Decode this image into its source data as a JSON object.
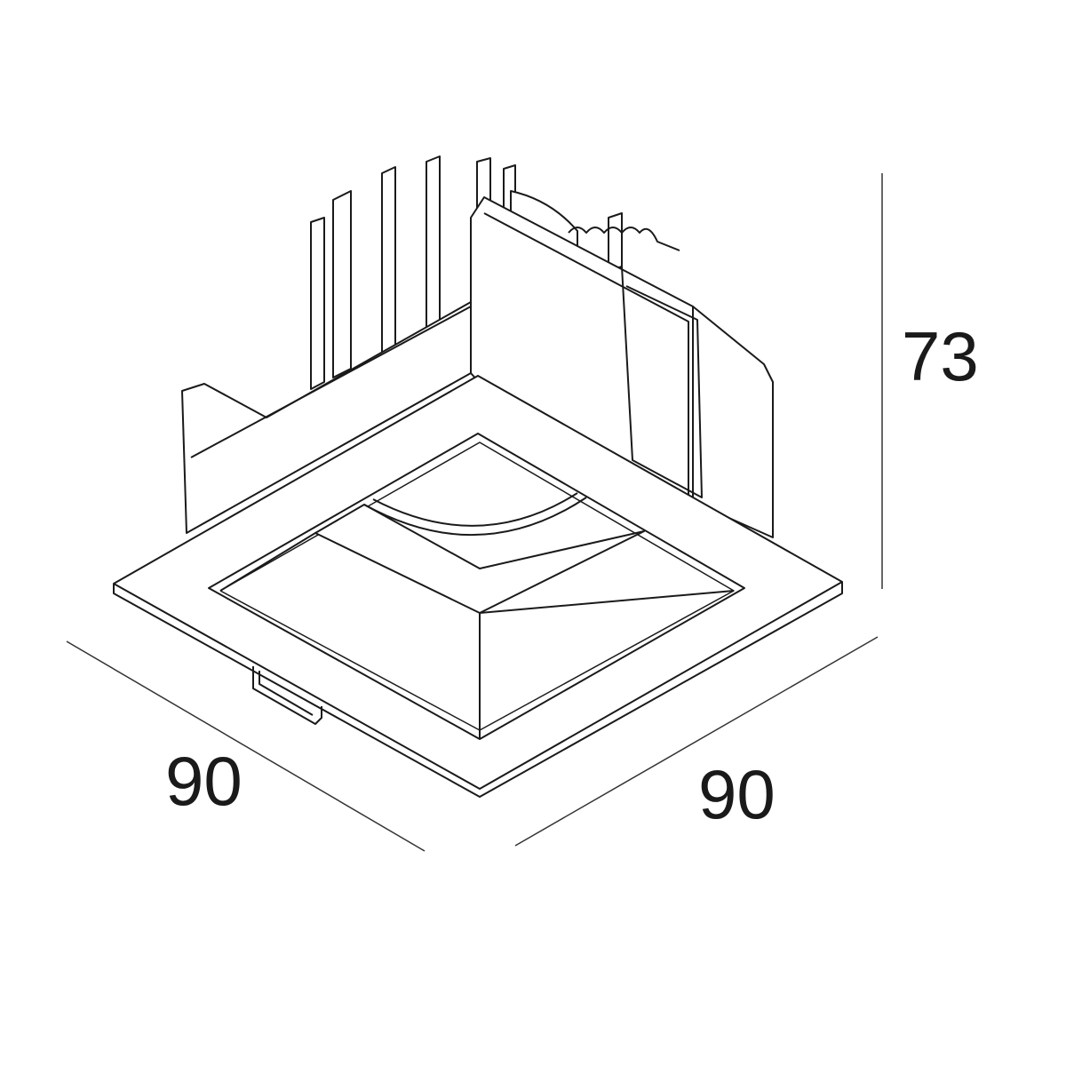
{
  "dimensions": {
    "height": "73",
    "width_left": "90",
    "width_right": "90"
  },
  "colors": {
    "line": "#1a1a1a",
    "dim_line": "#333333",
    "background": "#ffffff"
  }
}
